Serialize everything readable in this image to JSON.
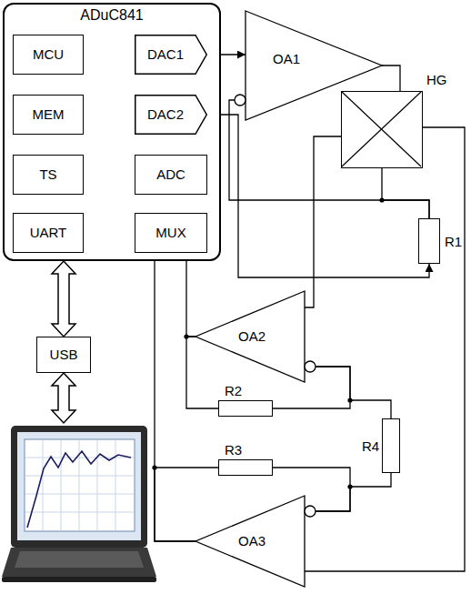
{
  "diagram": {
    "nodes": [
      {
        "text": [
          "ADuC841"
        ]
      },
      {
        "text": [
          "MCU"
        ],
        "in": 0
      },
      {
        "text": [
          "DAC1"
        ],
        "in": 0
      },
      {
        "text": [
          "MEM"
        ],
        "in": 0
      },
      {
        "text": [
          "DAC2"
        ],
        "in": 0
      },
      {
        "text": [
          "TS"
        ],
        "in": 0
      },
      {
        "text": [
          "ADC"
        ],
        "in": 0
      },
      {
        "text": [
          "UART"
        ],
        "in": 0
      },
      {
        "text": [
          "MUX"
        ],
        "in": 0
      },
      {
        "text": [
          "USB"
        ]
      },
      {
        "text": [
          "OA1"
        ]
      },
      {
        "text": [
          "HG"
        ]
      },
      {
        "text": [
          "R1"
        ]
      },
      {
        "text": [
          "OA2"
        ]
      },
      {
        "text": [
          "R2"
        ]
      },
      {
        "text": [
          "R4"
        ]
      },
      {
        "text": [
          "R3"
        ]
      },
      {
        "text": [
          "OA3"
        ]
      }
    ],
    "edges": [
      {
        "from": 0,
        "to": 9,
        "arrow": "both"
      },
      {
        "from": 2,
        "to": 10,
        "arrow": "to"
      },
      {
        "from": 4,
        "to": 12,
        "arrow": "to"
      },
      {
        "from": 10,
        "to": 11,
        "arrow": "none"
      },
      {
        "from": 11,
        "to": 12,
        "arrow": "none"
      },
      {
        "from": 12,
        "to": 10,
        "arrow": "none"
      },
      {
        "from": 11,
        "to": 13,
        "arrow": "none"
      },
      {
        "from": 11,
        "to": 17,
        "arrow": "none"
      },
      {
        "from": 13,
        "to": 8,
        "arrow": "to"
      },
      {
        "from": 17,
        "to": 8,
        "arrow": "to"
      },
      {
        "from": 13,
        "to": 14,
        "arrow": "none"
      },
      {
        "from": 14,
        "to": 13,
        "arrow": "none"
      },
      {
        "from": 15,
        "to": 13,
        "arrow": "none"
      },
      {
        "from": 17,
        "to": 16,
        "arrow": "none"
      },
      {
        "from": 16,
        "to": 17,
        "arrow": "none"
      },
      {
        "from": 15,
        "to": 17,
        "arrow": "none"
      }
    ]
  }
}
